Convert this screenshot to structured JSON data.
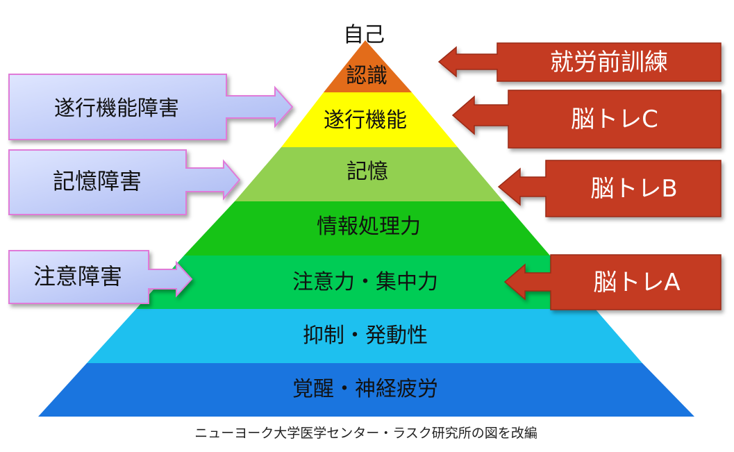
{
  "apex_label": "自己",
  "pyramid_levels": [
    {
      "label": "認識",
      "color": "#e36c1a"
    },
    {
      "label": "遂行機能",
      "color": "#ffff00"
    },
    {
      "label": "記憶",
      "color": "#92d050"
    },
    {
      "label": "情報処理力",
      "color": "#16c316"
    },
    {
      "label": "注意力・集中力",
      "color": "#00cc55"
    },
    {
      "label": "抑制・発動性",
      "color": "#1ec0ef"
    },
    {
      "label": "覚醒・神経疲労",
      "color": "#1a75df"
    }
  ],
  "disorders": [
    {
      "label": "遂行機能障害"
    },
    {
      "label": "記憶障害"
    },
    {
      "label": "注意障害"
    }
  ],
  "trainings": [
    {
      "label": "就労前訓練"
    },
    {
      "label": "脳トレC"
    },
    {
      "label": "脳トレB"
    },
    {
      "label": "脳トレA"
    }
  ],
  "caption": "ニューヨーク大学医学センター・ラスク研究所の図を改編",
  "colors": {
    "disorder_fill": "#b9c6f6",
    "disorder_border": "#e07ad8",
    "training_fill": "#c43a22",
    "training_border": "#9a2a15"
  }
}
